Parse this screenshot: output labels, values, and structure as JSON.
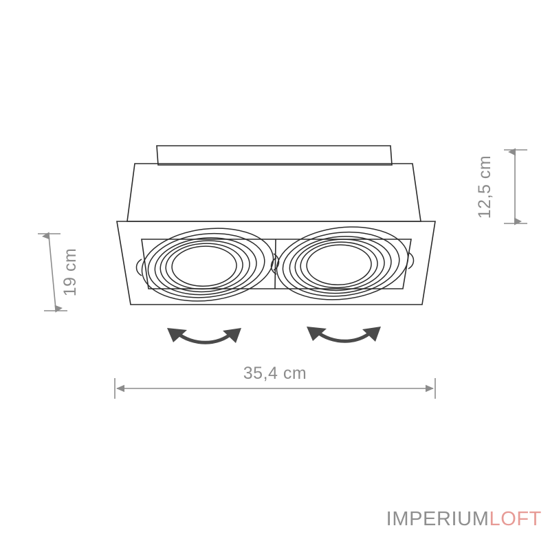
{
  "page": {
    "background_color": "#ffffff",
    "type": "product-technical-drawing",
    "product": "recessed double gimbal square downlight"
  },
  "drawing": {
    "line_color": "#2b2b2b",
    "dimension_color": "#8c8c8c",
    "arrow_color": "#4a4a4a"
  },
  "dimensions": {
    "width": {
      "label": "35,4 cm",
      "value": 35.4,
      "unit": "cm",
      "orientation": "horizontal",
      "position": "bottom"
    },
    "depth": {
      "label": "19 cm",
      "value": 19,
      "unit": "cm",
      "orientation": "vertical-rotated",
      "position": "left"
    },
    "height": {
      "label": "12,5 cm",
      "value": 12.5,
      "unit": "cm",
      "orientation": "vertical-rotated",
      "position": "right"
    }
  },
  "annotations": {
    "swivel_arrows": [
      {
        "name": "left-lamp-swivel-arrow"
      },
      {
        "name": "right-lamp-swivel-arrow"
      }
    ]
  },
  "watermark": {
    "primary_text": "IMPERIUM",
    "accent_text": "LOFT",
    "primary_color": "#8f8f8f",
    "accent_color": "#e79b96"
  }
}
